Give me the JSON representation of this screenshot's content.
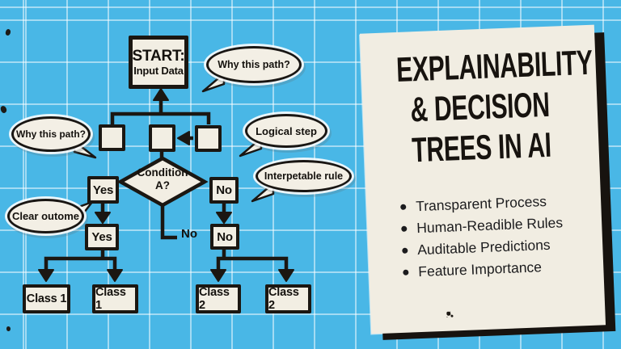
{
  "colors": {
    "background_blue": "#49b7e6",
    "grid_line": "#ffffff",
    "paper": "#f2eee3",
    "ink": "#1b1712"
  },
  "flowchart": {
    "start": {
      "title": "START:",
      "subtitle": "Input Data"
    },
    "decision": {
      "line1": "Condition",
      "line2": "A?"
    },
    "labels": {
      "yes1": "Yes",
      "no1": "No",
      "yes2": "Yes",
      "no2": "No",
      "edge_no": "No"
    },
    "leaves": [
      "Class 1",
      "Class 1",
      "Class 2",
      "Class 2"
    ],
    "bubbles": [
      {
        "id": "why-this-path-top",
        "text": "Why this path?"
      },
      {
        "id": "why-this-path-left",
        "text": "Why this path?"
      },
      {
        "id": "logical-step",
        "text": "Logical step"
      },
      {
        "id": "interpetable-rule",
        "text": "Interpetable rule"
      },
      {
        "id": "clear-outome",
        "text": "Clear outome"
      }
    ]
  },
  "card": {
    "title_lines": [
      "EXPLAINABILITY",
      "& DECISION",
      "TREES IN AI"
    ],
    "bullets": [
      "Transparent Process",
      "Human-Readible Rules",
      "Auditable Predictions",
      "Feature Importance"
    ]
  }
}
